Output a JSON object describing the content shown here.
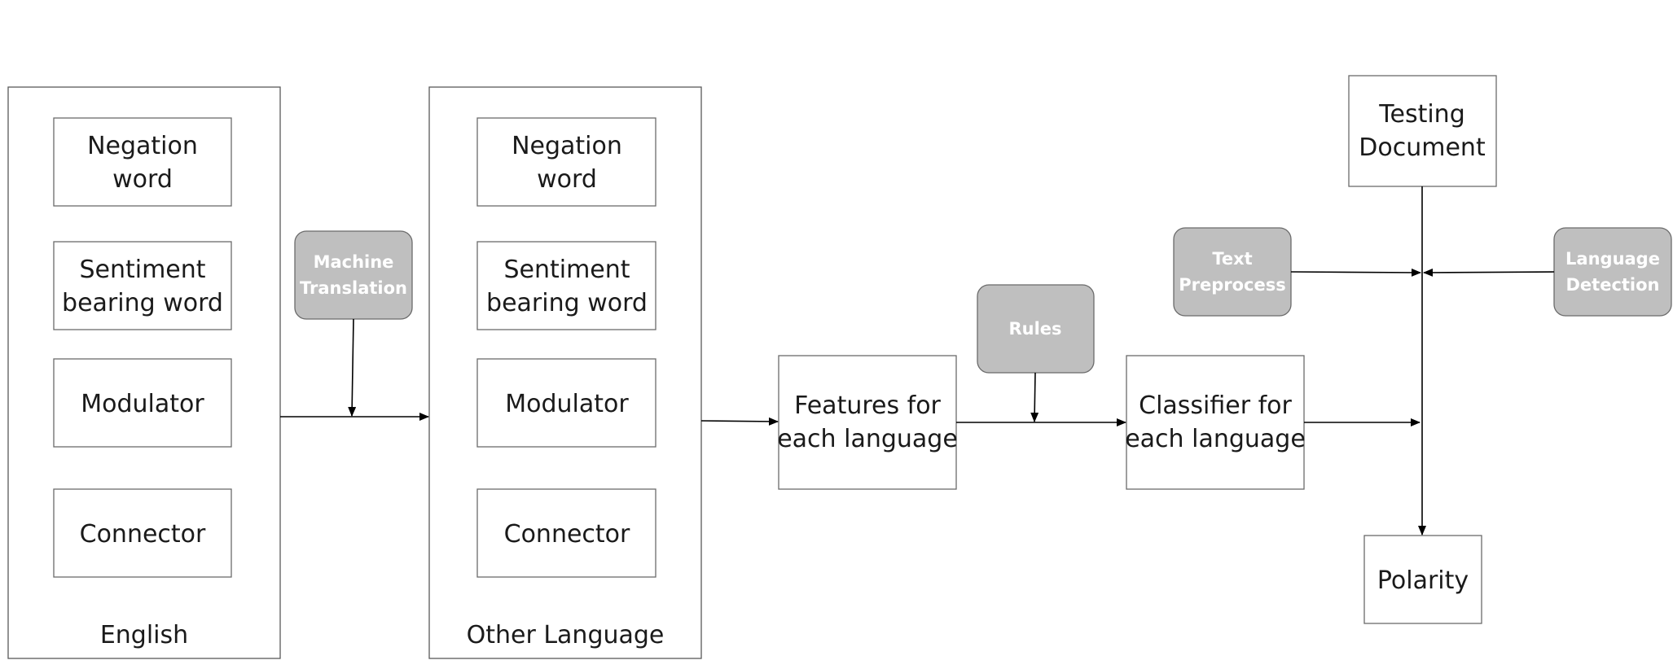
{
  "groups": {
    "english": {
      "caption": "English",
      "items": [
        [
          "Negation",
          "word"
        ],
        [
          "Sentiment",
          "bearing word"
        ],
        [
          "Modulator"
        ],
        [
          "Connector"
        ]
      ]
    },
    "other": {
      "caption": "Other Language",
      "items": [
        [
          "Negation",
          "word"
        ],
        [
          "Sentiment",
          "bearing word"
        ],
        [
          "Modulator"
        ],
        [
          "Connector"
        ]
      ]
    }
  },
  "nodes": {
    "features": [
      "Features for",
      "each language"
    ],
    "classifier": [
      "Classifier for",
      "each language"
    ],
    "testing": [
      "Testing",
      "Document"
    ],
    "polarity": [
      "Polarity"
    ]
  },
  "processes": {
    "machine_translation": [
      "Machine",
      "Translation"
    ],
    "rules": [
      "Rules"
    ],
    "text_preprocess": [
      "Text",
      "Preprocess"
    ],
    "language_detection": [
      "Language",
      "Detection"
    ]
  },
  "colors": {
    "process_fill": "#bfbfbf",
    "process_text": "#ffffff",
    "border": "#6b6b6b",
    "arrow": "#000000"
  }
}
